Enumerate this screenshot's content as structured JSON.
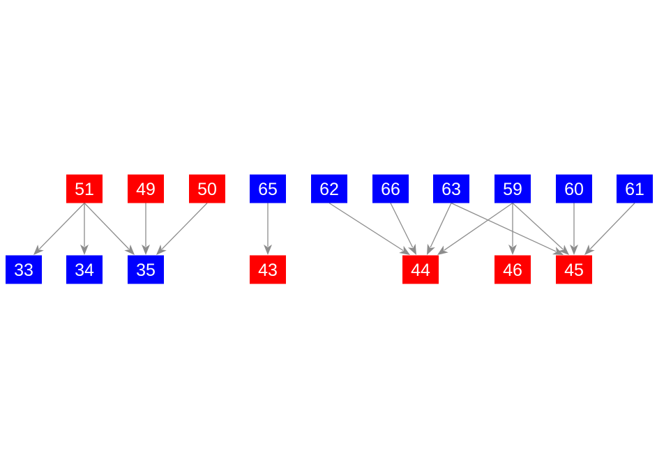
{
  "colors": {
    "red": "#ff0000",
    "blue": "#0000ff",
    "edge": "#8c8c8c",
    "label": "#ffffff",
    "background": "#ffffff"
  },
  "nodes": [
    {
      "id": "51",
      "label": "51",
      "color": "red"
    },
    {
      "id": "49",
      "label": "49",
      "color": "red"
    },
    {
      "id": "50",
      "label": "50",
      "color": "red"
    },
    {
      "id": "65",
      "label": "65",
      "color": "blue"
    },
    {
      "id": "62",
      "label": "62",
      "color": "blue"
    },
    {
      "id": "66",
      "label": "66",
      "color": "blue"
    },
    {
      "id": "63",
      "label": "63",
      "color": "blue"
    },
    {
      "id": "59",
      "label": "59",
      "color": "blue"
    },
    {
      "id": "60",
      "label": "60",
      "color": "blue"
    },
    {
      "id": "61",
      "label": "61",
      "color": "blue"
    },
    {
      "id": "33",
      "label": "33",
      "color": "blue"
    },
    {
      "id": "34",
      "label": "34",
      "color": "blue"
    },
    {
      "id": "35",
      "label": "35",
      "color": "blue"
    },
    {
      "id": "43",
      "label": "43",
      "color": "red"
    },
    {
      "id": "44",
      "label": "44",
      "color": "red"
    },
    {
      "id": "46",
      "label": "46",
      "color": "red"
    },
    {
      "id": "45",
      "label": "45",
      "color": "red"
    }
  ],
  "edges": [
    {
      "from": "51",
      "to": "33"
    },
    {
      "from": "51",
      "to": "34"
    },
    {
      "from": "51",
      "to": "35"
    },
    {
      "from": "49",
      "to": "35"
    },
    {
      "from": "50",
      "to": "35"
    },
    {
      "from": "65",
      "to": "43"
    },
    {
      "from": "62",
      "to": "44"
    },
    {
      "from": "66",
      "to": "44"
    },
    {
      "from": "63",
      "to": "44"
    },
    {
      "from": "63",
      "to": "45"
    },
    {
      "from": "59",
      "to": "44"
    },
    {
      "from": "59",
      "to": "46"
    },
    {
      "from": "59",
      "to": "45"
    },
    {
      "from": "60",
      "to": "45"
    },
    {
      "from": "61",
      "to": "45"
    }
  ]
}
